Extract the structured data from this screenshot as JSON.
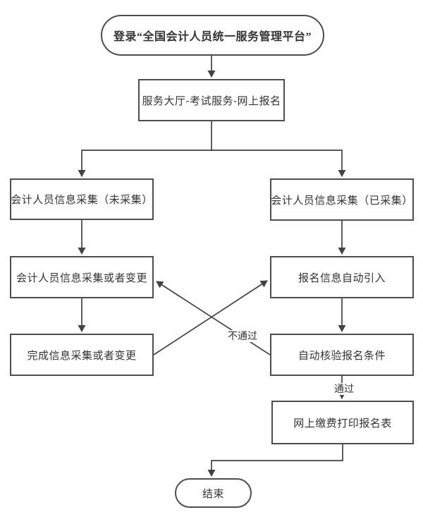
{
  "colors": {
    "background": "#ffffff",
    "border": "#4d4d4d",
    "line": "#424242",
    "text": "#333333"
  },
  "flowchart": {
    "nodes": {
      "start": {
        "label": "登录“全国会计人员统一服务管理平台”",
        "shape": "terminal"
      },
      "hall": {
        "label": "服务大厅-考试服务-网上报名",
        "shape": "process"
      },
      "collect_not": {
        "label": "会计人员信息采集（未采集）",
        "shape": "process"
      },
      "collect_done": {
        "label": "会计人员信息采集（已采集）",
        "shape": "process"
      },
      "collect_change": {
        "label": "会计人员信息采集或者变更",
        "shape": "process"
      },
      "auto_import": {
        "label": "报名信息自动引入",
        "shape": "process"
      },
      "complete_change": {
        "label": "完成信息采集或者变更",
        "shape": "process"
      },
      "auto_verify": {
        "label": "自动核验报名条件",
        "shape": "process"
      },
      "pay_print": {
        "label": "网上缴费打印报名表",
        "shape": "process"
      },
      "end": {
        "label": "结束",
        "shape": "terminal"
      }
    },
    "edge_labels": {
      "fail": "不通过",
      "pass": "通过"
    }
  }
}
